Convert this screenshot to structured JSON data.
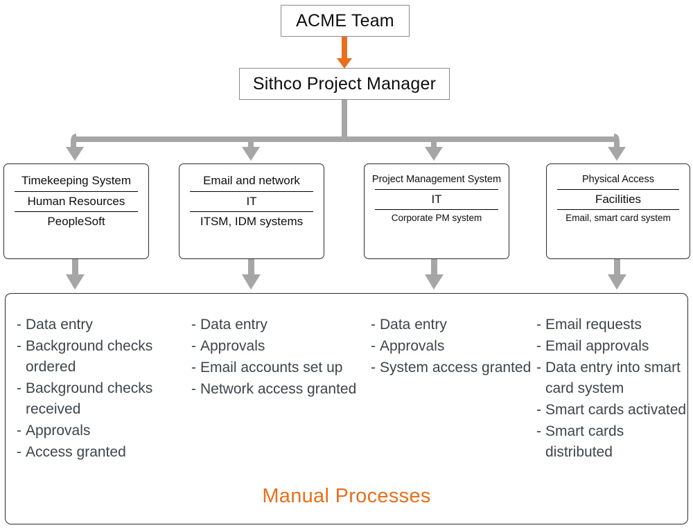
{
  "colors": {
    "accent_orange": "#e8701a",
    "connector_gray": "#a6a6a6",
    "box_border_dark": "#2b2b2b",
    "box_border_gray": "#8a8a8a",
    "body_text": "#3e444b",
    "heading_text": "#0d0d0d",
    "background": "#ffffff"
  },
  "top": {
    "acme_box": {
      "label": "ACME Team"
    },
    "sithco_box": {
      "label": "Sithco Project Manager"
    }
  },
  "systems": [
    {
      "id": "timekeeping",
      "system": "Timekeeping System",
      "owner": "Human Resources",
      "tool": "PeopleSoft",
      "compact": false
    },
    {
      "id": "email-network",
      "system": "Email and network",
      "owner": "IT",
      "tool": "ITSM, IDM systems",
      "compact": false
    },
    {
      "id": "project-management",
      "system": "Project Management System",
      "owner": "IT",
      "tool": "Corporate PM system",
      "compact": true
    },
    {
      "id": "physical-access",
      "system": "Physical Access",
      "owner": "Facilities",
      "tool": "Email, smart card system",
      "compact": true
    }
  ],
  "manual": {
    "title": "Manual Processes",
    "bullet_marker": "-",
    "columns": [
      {
        "id": "timekeeping-processes",
        "items": [
          "Data entry",
          "Background checks ordered",
          "Background checks received",
          "Approvals",
          "Access granted"
        ]
      },
      {
        "id": "email-network-processes",
        "items": [
          "Data entry",
          "Approvals",
          "Email accounts set up",
          "Network access granted"
        ]
      },
      {
        "id": "project-management-processes",
        "items": [
          "Data entry",
          "Approvals",
          "System access granted"
        ]
      },
      {
        "id": "physical-access-processes",
        "items": [
          "Email requests",
          "Email approvals",
          "Data entry into smart card system",
          "Smart cards activated",
          "Smart cards distributed"
        ]
      }
    ]
  }
}
